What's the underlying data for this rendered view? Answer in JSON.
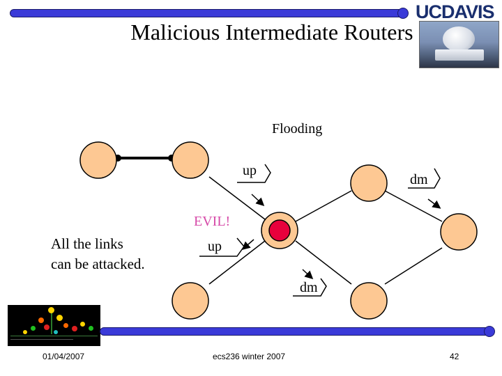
{
  "slide": {
    "title": "Malicious Intermediate Routers",
    "logo_text": "UCDAVIS",
    "page_number": "42"
  },
  "diagram": {
    "flooding_label": "Flooding",
    "packet_labels": [
      "up",
      "dm",
      "up",
      "dm"
    ],
    "evil_label": "EVIL!",
    "colors": {
      "node_fill": "#fdc893",
      "evil_fill": "#e8003c",
      "evil_label": "#d64aa8",
      "bar": "#3a3ad8"
    }
  },
  "note": {
    "line1": "All the links",
    "line2": "can be attacked."
  },
  "footer": {
    "date": "01/04/2007",
    "course": "ecs236 winter 2007"
  }
}
